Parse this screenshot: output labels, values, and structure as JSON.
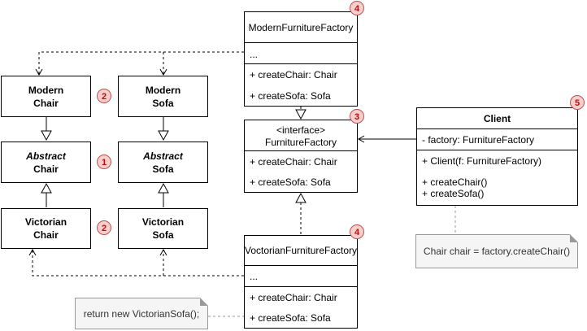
{
  "classes": {
    "modern_chair": {
      "line1": "Modern",
      "line2": "Chair"
    },
    "modern_sofa": {
      "line1": "Modern",
      "line2": "Sofa"
    },
    "abstract_chair": {
      "line1": "Abstract",
      "line2": "Chair"
    },
    "abstract_sofa": {
      "line1": "Abstract",
      "line2": "Sofa"
    },
    "victorian_chair": {
      "line1": "Victorian",
      "line2": "Chair"
    },
    "victorian_sofa": {
      "line1": "Victorian",
      "line2": "Sofa"
    }
  },
  "modern_factory": {
    "title": "ModernFurnitureFactory",
    "fields": "...",
    "methods": [
      "+ createChair: Chair",
      "+ createSofa: Sofa"
    ]
  },
  "interface_factory": {
    "stereotype": "<interface>",
    "title": "FurnitureFactory",
    "methods": [
      "+ createChair: Chair",
      "+ createSofa: Sofa"
    ]
  },
  "victorian_factory": {
    "title": "VoctorianFurnitureFactory",
    "fields": "...",
    "methods": [
      "+ createChair: Chair",
      "+ createSofa: Sofa"
    ]
  },
  "client": {
    "title": "Client",
    "fields": [
      "- factory: FurnitureFactory"
    ],
    "methods": [
      "+ Client(f: FurnitureFactory)",
      "+ createChair()",
      "+ createSofa()"
    ]
  },
  "notes": {
    "client_note": "Chair chair = factory.createChair()",
    "victorian_note": "return new VictorianSofa();"
  },
  "badges": {
    "modern_products": "2",
    "abstract_products": "1",
    "victorian_products": "2",
    "modern_factory": "4",
    "interface_factory": "3",
    "victorian_factory": "4",
    "client": "5"
  },
  "colors": {
    "badge_fill": "#f8cecc",
    "badge_stroke": "#b85450",
    "badge_text": "#b41010",
    "note_fill": "#f5f5f5"
  }
}
